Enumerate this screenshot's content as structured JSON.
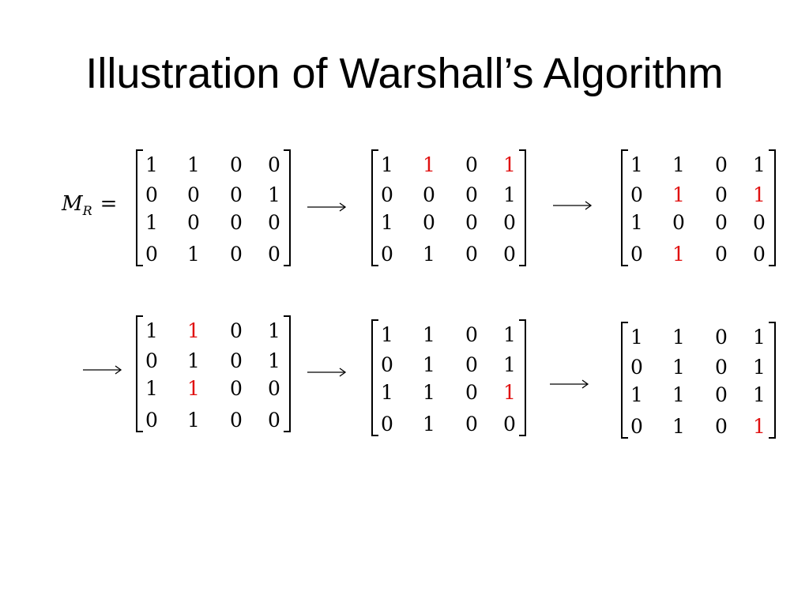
{
  "title": "Illustration of Warshall’s Algorithm",
  "mr_label": {
    "symbol": "M",
    "subscript": "R",
    "equals": "="
  },
  "colors": {
    "text": "#000000",
    "highlight": "#e01010"
  },
  "matrices": [
    {
      "id": "m1",
      "rows": [
        [
          "1",
          "1",
          "0",
          "0"
        ],
        [
          "0",
          "0",
          "0",
          "1"
        ],
        [
          "1",
          "0",
          "0",
          "0"
        ],
        [
          "0",
          "1",
          "0",
          "0"
        ]
      ],
      "highlight": []
    },
    {
      "id": "m2",
      "rows": [
        [
          "1",
          "1",
          "0",
          "1"
        ],
        [
          "0",
          "0",
          "0",
          "1"
        ],
        [
          "1",
          "0",
          "0",
          "0"
        ],
        [
          "0",
          "1",
          "0",
          "0"
        ]
      ],
      "highlight": [
        [
          0,
          1
        ],
        [
          0,
          3
        ]
      ]
    },
    {
      "id": "m3",
      "rows": [
        [
          "1",
          "1",
          "0",
          "1"
        ],
        [
          "0",
          "1",
          "0",
          "1"
        ],
        [
          "1",
          "0",
          "0",
          "0"
        ],
        [
          "0",
          "1",
          "0",
          "0"
        ]
      ],
      "highlight": [
        [
          1,
          1
        ],
        [
          1,
          3
        ],
        [
          3,
          1
        ]
      ]
    },
    {
      "id": "m4",
      "rows": [
        [
          "1",
          "1",
          "0",
          "1"
        ],
        [
          "0",
          "1",
          "0",
          "1"
        ],
        [
          "1",
          "1",
          "0",
          "0"
        ],
        [
          "0",
          "1",
          "0",
          "0"
        ]
      ],
      "highlight": [
        [
          0,
          1
        ],
        [
          2,
          1
        ]
      ]
    },
    {
      "id": "m5",
      "rows": [
        [
          "1",
          "1",
          "0",
          "1"
        ],
        [
          "0",
          "1",
          "0",
          "1"
        ],
        [
          "1",
          "1",
          "0",
          "1"
        ],
        [
          "0",
          "1",
          "0",
          "0"
        ]
      ],
      "highlight": [
        [
          2,
          3
        ]
      ]
    },
    {
      "id": "m6",
      "rows": [
        [
          "1",
          "1",
          "0",
          "1"
        ],
        [
          "0",
          "1",
          "0",
          "1"
        ],
        [
          "1",
          "1",
          "0",
          "1"
        ],
        [
          "0",
          "1",
          "0",
          "1"
        ]
      ],
      "highlight": [
        [
          3,
          3
        ]
      ]
    }
  ]
}
